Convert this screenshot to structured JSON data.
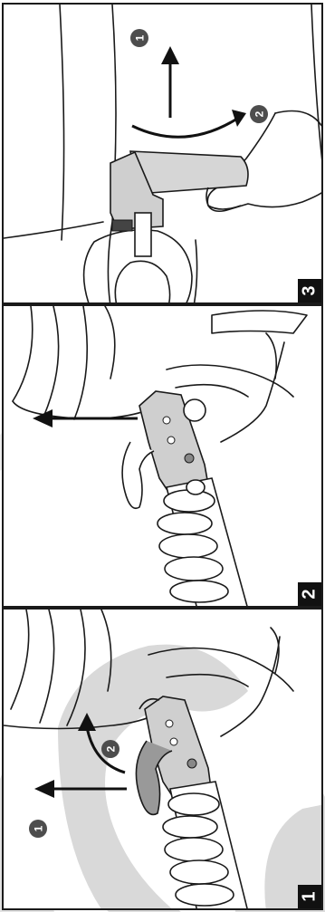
{
  "panels": [
    {
      "step": "3",
      "callouts": [
        "1",
        "2"
      ]
    },
    {
      "step": "2",
      "callouts": []
    },
    {
      "step": "1",
      "callouts": [
        "2",
        "1"
      ]
    }
  ],
  "colors": {
    "outline": "#1a1a1a",
    "badge": "#4d4d4d",
    "step_box": "#111111",
    "watermark": "#d9d9d9",
    "grip_fill": "#d6d6d6"
  },
  "icons": [
    "arrow-up-icon",
    "curved-arrow-icon",
    "arrow-left-icon"
  ]
}
